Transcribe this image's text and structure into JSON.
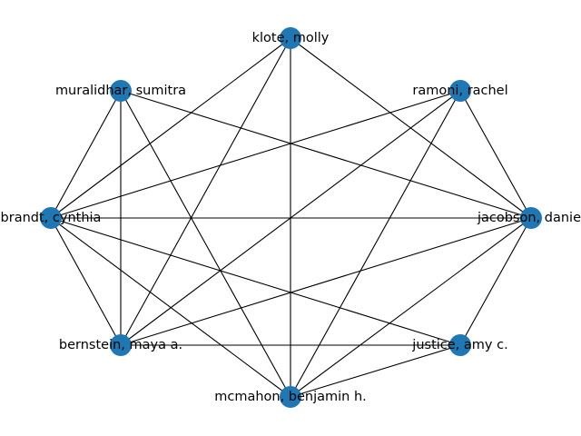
{
  "graph": {
    "node_color": "#1f77b4",
    "edge_color": "#000000",
    "nodes": [
      {
        "id": "klote",
        "label": "klote, molly"
      },
      {
        "id": "ramoni",
        "label": "ramoni, rachel"
      },
      {
        "id": "jacobson",
        "label": "jacobson, daniel"
      },
      {
        "id": "justice",
        "label": "justice, amy c."
      },
      {
        "id": "mcmahon",
        "label": "mcmahon, benjamin h."
      },
      {
        "id": "bernstein",
        "label": "bernstein, maya a."
      },
      {
        "id": "brandt",
        "label": "brandt, cynthia"
      },
      {
        "id": "muralidhar",
        "label": "muralidhar, sumitra"
      }
    ],
    "edges": [
      [
        "klote",
        "jacobson"
      ],
      [
        "klote",
        "mcmahon"
      ],
      [
        "klote",
        "bernstein"
      ],
      [
        "klote",
        "brandt"
      ],
      [
        "ramoni",
        "jacobson"
      ],
      [
        "ramoni",
        "mcmahon"
      ],
      [
        "ramoni",
        "bernstein"
      ],
      [
        "ramoni",
        "brandt"
      ],
      [
        "jacobson",
        "muralidhar"
      ],
      [
        "jacobson",
        "brandt"
      ],
      [
        "jacobson",
        "bernstein"
      ],
      [
        "jacobson",
        "mcmahon"
      ],
      [
        "jacobson",
        "justice"
      ],
      [
        "muralidhar",
        "brandt"
      ],
      [
        "muralidhar",
        "bernstein"
      ],
      [
        "muralidhar",
        "mcmahon"
      ],
      [
        "brandt",
        "bernstein"
      ],
      [
        "brandt",
        "mcmahon"
      ],
      [
        "brandt",
        "justice"
      ],
      [
        "bernstein",
        "justice"
      ],
      [
        "mcmahon",
        "justice"
      ]
    ]
  }
}
